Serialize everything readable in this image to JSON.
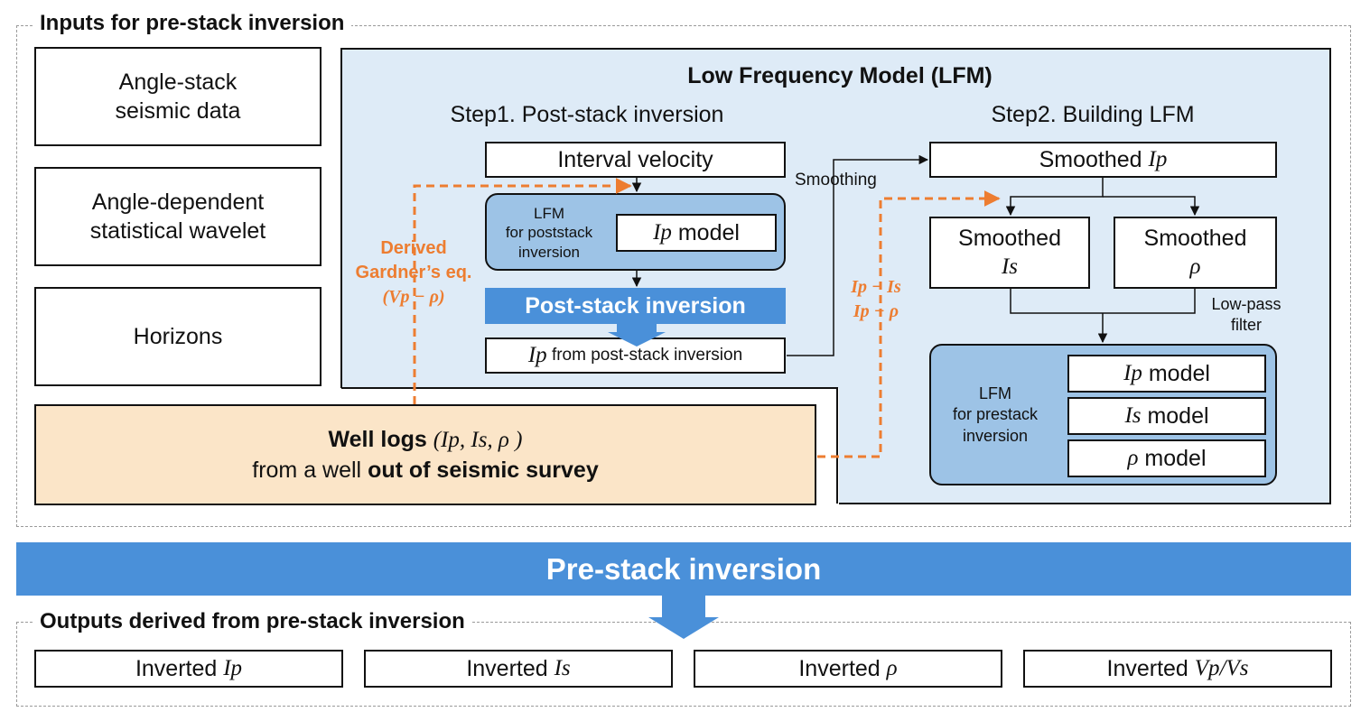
{
  "inputs_section": {
    "title": "Inputs for pre-stack inversion"
  },
  "left_inputs": [
    {
      "line1": "Angle-stack",
      "line2": "seismic data"
    },
    {
      "line1": "Angle-dependent",
      "line2": "statistical wavelet"
    },
    {
      "line1": "Horizons",
      "line2": ""
    }
  ],
  "well_logs": {
    "bold_part": "Well logs",
    "math_part": "(Ip, Is, ρ )",
    "line2_prefix": "from a well",
    "line2_bold": "out of seismic survey"
  },
  "lfm": {
    "title": "Low Frequency Model (LFM)",
    "step1": {
      "title": "Step1. Post-stack inversion",
      "interval_velocity": "Interval velocity",
      "lfm_label": [
        "LFM",
        "for poststack",
        "inversion"
      ],
      "ip_model": {
        "symbol": "Ip",
        "suffix": " model"
      },
      "post_stack_bar": "Post-stack inversion",
      "ip_result": {
        "symbol": "Ip",
        "suffix": " from post-stack inversion"
      }
    },
    "step2": {
      "title": "Step2. Building LFM",
      "smoothed_ip": {
        "prefix": "Smoothed ",
        "symbol": "Ip"
      },
      "smoothed_is": {
        "prefix": "Smoothed",
        "symbol": "Is"
      },
      "smoothed_rho": {
        "prefix": "Smoothed",
        "symbol": "ρ"
      },
      "lfm_label": [
        "LFM",
        "for prestack",
        "inversion"
      ],
      "models": [
        {
          "symbol": "Ip",
          "suffix": " model"
        },
        {
          "symbol": "Is",
          "suffix": " model"
        },
        {
          "symbol": "ρ",
          "suffix": " model"
        }
      ]
    },
    "smoothing_label": "Smoothing",
    "lowpass_label": [
      "Low-pass",
      "filter"
    ],
    "gardner_label": [
      "Derived",
      "Gardner’s eq.",
      "(Vp − ρ)"
    ],
    "ip_is_rho_label": [
      "Ip − Is",
      "Ip − ρ"
    ]
  },
  "prestack_bar": "Pre-stack inversion",
  "outputs_section": {
    "title": "Outputs derived from pre-stack inversion",
    "items": [
      {
        "prefix": "Inverted ",
        "symbol": "Ip"
      },
      {
        "prefix": "Inverted ",
        "symbol": "Is"
      },
      {
        "prefix": "Inverted ",
        "symbol": "ρ"
      },
      {
        "prefix": "Inverted ",
        "symbol": "Vp/Vs"
      }
    ]
  },
  "colors": {
    "lfm_panel": "#DEEBF7",
    "lfm_inner": "#9DC3E6",
    "blue_bar": "#4A90D9",
    "well_fill": "#FBE5C8",
    "orange": "#ED7D31"
  }
}
